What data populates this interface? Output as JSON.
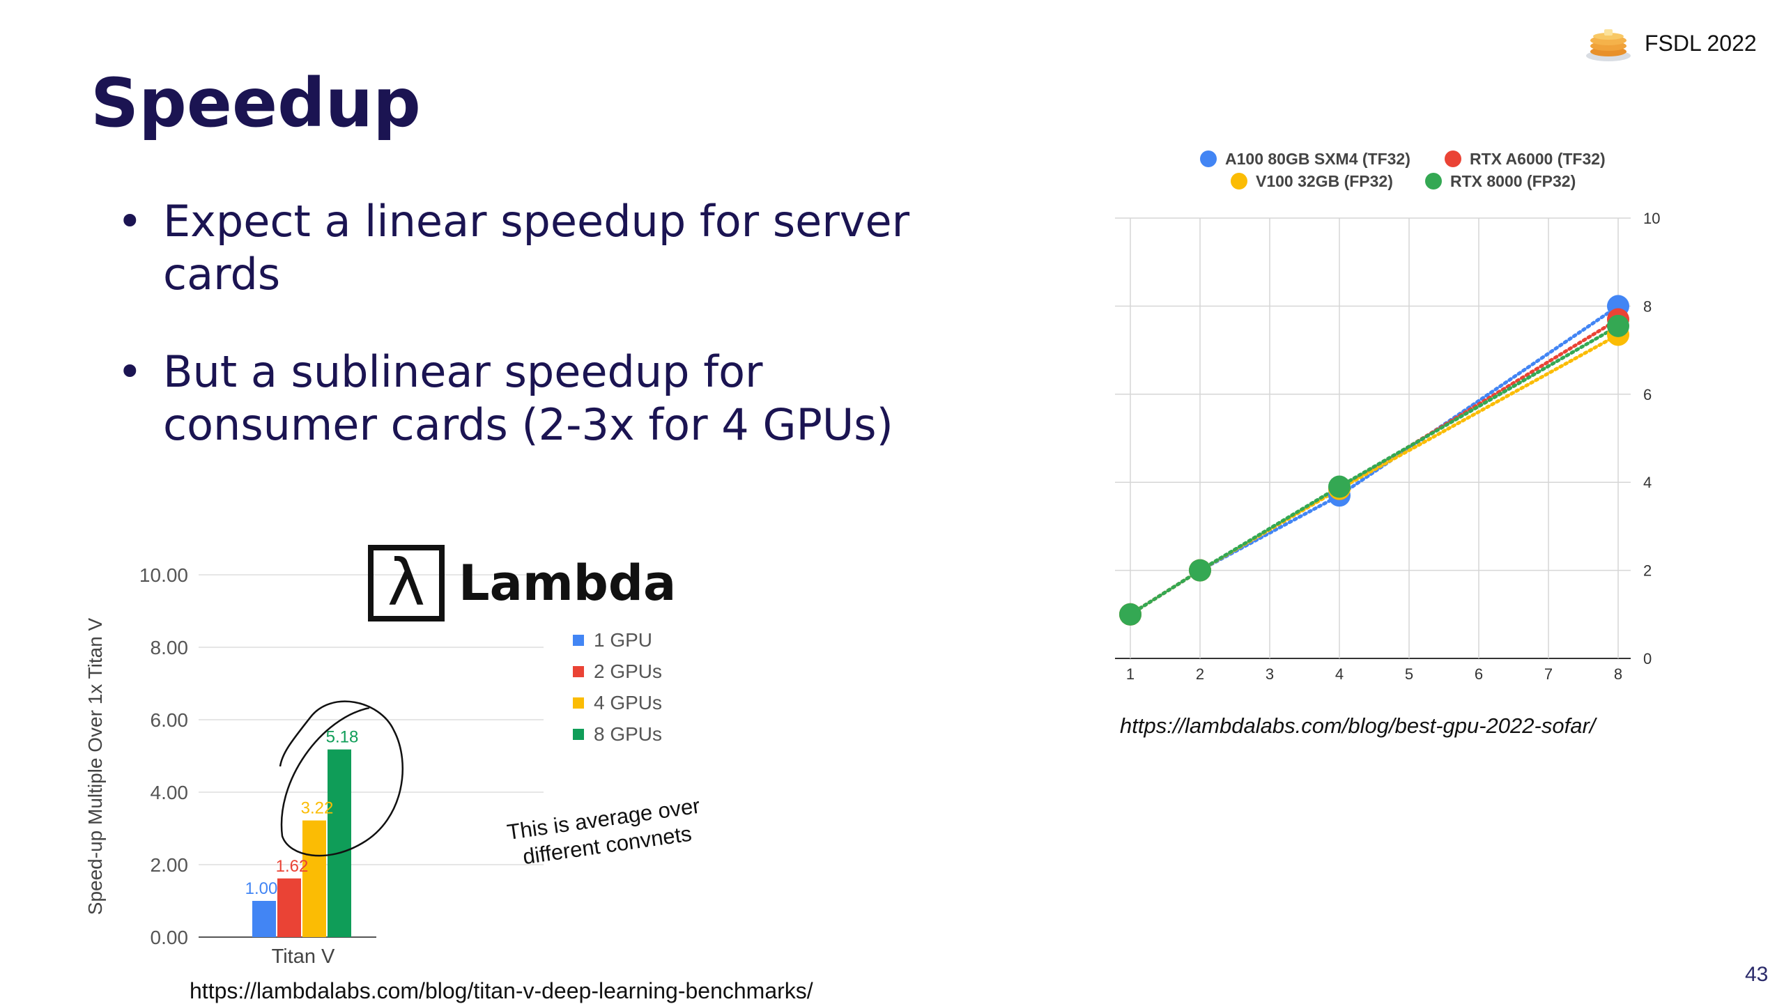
{
  "slide": {
    "title": "Speedup",
    "brand": "FSDL 2022",
    "bullets": [
      "Expect a linear speedup for server cards",
      "But a sublinear speedup for consumer cards (2-3x for 4 GPUs)"
    ],
    "note_lines": [
      "This is average over",
      "different convnets"
    ],
    "logo_text": "Lambda",
    "logo_symbol": "λ",
    "source_left": "https://lambdalabs.com/blog/titan-v-deep-learning-benchmarks/",
    "source_right": "https://lambdalabs.com/blog/best-gpu-2022-sofar/",
    "page_number": "43",
    "colors": {
      "title": "#1b1452",
      "blue": "#4285f4",
      "red": "#ea4335",
      "yellow": "#fbbc04",
      "green": "#34a853",
      "bar_green": "#0f9d58"
    }
  },
  "chart_data": [
    {
      "type": "bar",
      "categories": [
        "Titan V"
      ],
      "series": [
        {
          "name": "1 GPU",
          "values": [
            1.0
          ],
          "label": "1.00",
          "color": "#4285f4"
        },
        {
          "name": "2 GPUs",
          "values": [
            1.62
          ],
          "label": "1.62",
          "color": "#ea4335"
        },
        {
          "name": "4 GPUs",
          "values": [
            3.22
          ],
          "label": "3.22",
          "color": "#fbbc04"
        },
        {
          "name": "8 GPUs",
          "values": [
            5.18
          ],
          "label": "5.18",
          "color": "#0f9d58"
        }
      ],
      "ylabel": "Speed-up Multiple Over 1x Titan V",
      "ylim": [
        0,
        10
      ],
      "yticks": [
        "0.00",
        "2.00",
        "4.00",
        "6.00",
        "8.00",
        "10.00"
      ],
      "grid": true,
      "legend": "right",
      "annotation": "circle around 3.22 and 5.18"
    },
    {
      "type": "line",
      "x": [
        1,
        2,
        4,
        8
      ],
      "series": [
        {
          "name": "A100 80GB SXM4 (TF32)",
          "values": [
            1,
            2,
            3.7,
            8.0
          ],
          "color": "#4285f4"
        },
        {
          "name": "RTX A6000 (TF32)",
          "values": [
            1,
            2,
            3.85,
            7.7
          ],
          "color": "#ea4335"
        },
        {
          "name": "V100 32GB (FP32)",
          "values": [
            1,
            2,
            3.85,
            7.35
          ],
          "color": "#fbbc04"
        },
        {
          "name": "RTX 8000 (FP32)",
          "values": [
            1,
            2,
            3.9,
            7.55
          ],
          "color": "#34a853"
        }
      ],
      "xticks": [
        "1",
        "2",
        "3",
        "4",
        "5",
        "6",
        "7",
        "8"
      ],
      "yticks": [
        "0",
        "2",
        "4",
        "6",
        "8",
        "10"
      ],
      "xlim": [
        1,
        8
      ],
      "ylim": [
        0,
        10
      ],
      "grid": true,
      "legend": "top",
      "line_style": "dotted"
    }
  ]
}
